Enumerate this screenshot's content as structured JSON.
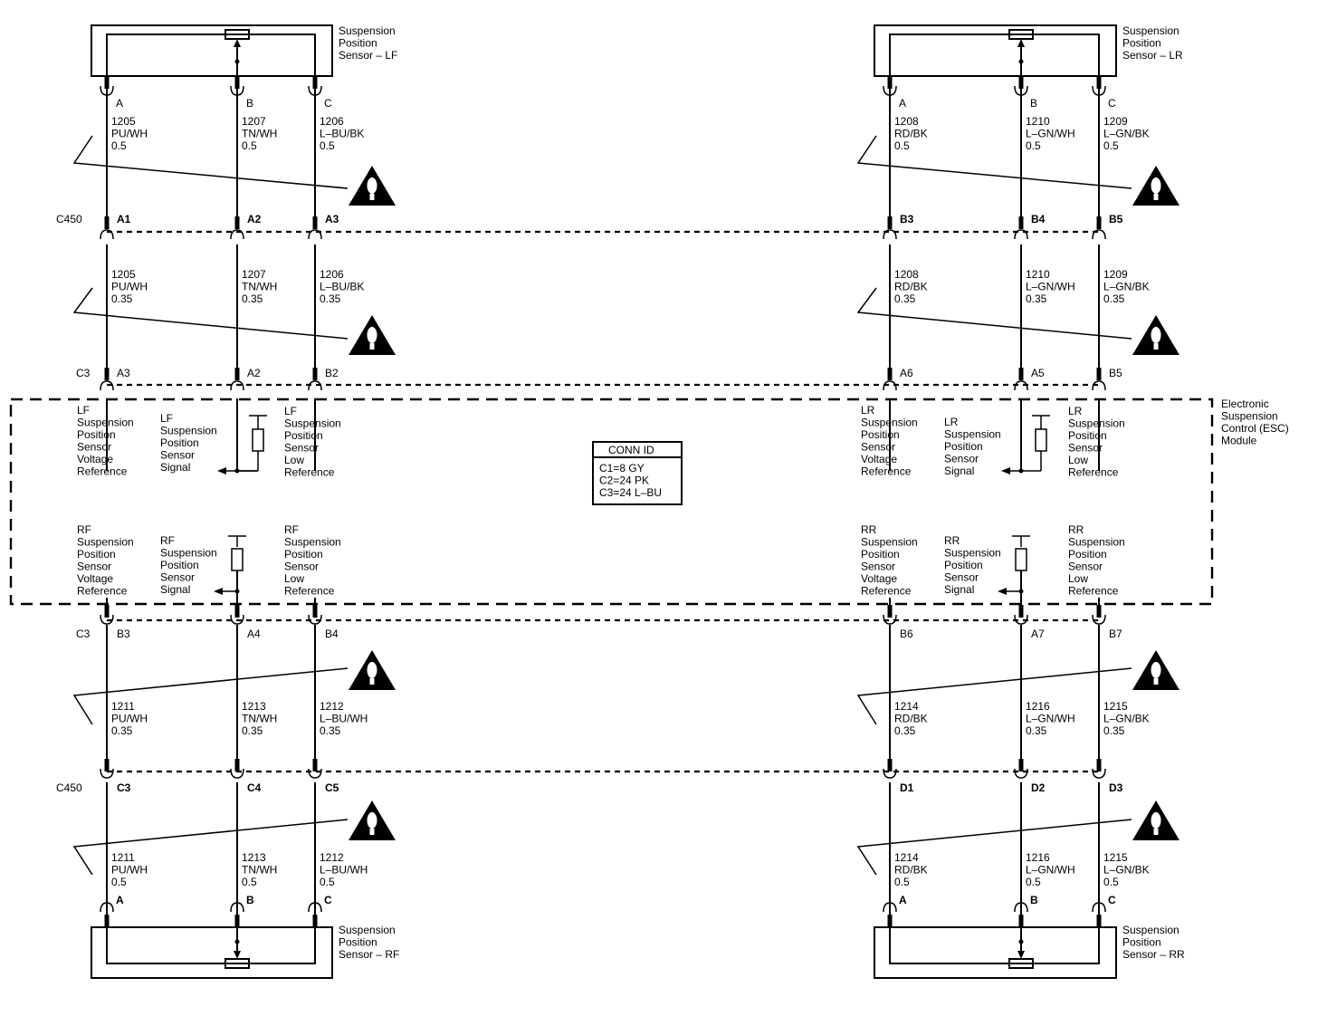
{
  "sensors": {
    "lf": {
      "name": [
        "Suspension",
        "Position",
        "Sensor – LF"
      ],
      "pins": [
        "A",
        "B",
        "C"
      ]
    },
    "lr": {
      "name": [
        "Suspension",
        "Position",
        "Sensor – LR"
      ],
      "pins": [
        "A",
        "B",
        "C"
      ]
    },
    "rf": {
      "name": [
        "Suspension",
        "Position",
        "Sensor – RF"
      ],
      "pins": [
        "A",
        "B",
        "C"
      ]
    },
    "rr": {
      "name": [
        "Suspension",
        "Position",
        "Sensor – RR"
      ],
      "pins": [
        "A",
        "B",
        "C"
      ]
    }
  },
  "connectors": {
    "c450_label": "C450",
    "c3_label": "C3",
    "lf_c450_pins": [
      "A1",
      "A2",
      "A3"
    ],
    "lr_c450_pins": [
      "B3",
      "B4",
      "B5"
    ],
    "lf_c3_pins": [
      "A3",
      "A2",
      "B2"
    ],
    "lr_c3_pins": [
      "A6",
      "A5",
      "B5"
    ],
    "rf_c3_pins": [
      "B3",
      "A4",
      "B4"
    ],
    "rr_c3_pins": [
      "B6",
      "A7",
      "B7"
    ],
    "rf_c450_pins": [
      "C3",
      "C4",
      "C5"
    ],
    "rr_c450_pins": [
      "D1",
      "D2",
      "D3"
    ]
  },
  "wires": {
    "lf_upper": [
      [
        "1205",
        "PU/WH",
        "0.5"
      ],
      [
        "1207",
        "TN/WH",
        "0.5"
      ],
      [
        "1206",
        "L–BU/BK",
        "0.5"
      ]
    ],
    "lf_lower": [
      [
        "1205",
        "PU/WH",
        "0.35"
      ],
      [
        "1207",
        "TN/WH",
        "0.35"
      ],
      [
        "1206",
        "L–BU/BK",
        "0.35"
      ]
    ],
    "lr_upper": [
      [
        "1208",
        "RD/BK",
        "0.5"
      ],
      [
        "1210",
        "L–GN/WH",
        "0.5"
      ],
      [
        "1209",
        "L–GN/BK",
        "0.5"
      ]
    ],
    "lr_lower": [
      [
        "1208",
        "RD/BK",
        "0.35"
      ],
      [
        "1210",
        "L–GN/WH",
        "0.35"
      ],
      [
        "1209",
        "L–GN/BK",
        "0.35"
      ]
    ],
    "rf_upper": [
      [
        "1211",
        "PU/WH",
        "0.35"
      ],
      [
        "1213",
        "TN/WH",
        "0.35"
      ],
      [
        "1212",
        "L–BU/WH",
        "0.35"
      ]
    ],
    "rf_lower": [
      [
        "1211",
        "PU/WH",
        "0.5"
      ],
      [
        "1213",
        "TN/WH",
        "0.5"
      ],
      [
        "1212",
        "L–BU/WH",
        "0.5"
      ]
    ],
    "rr_upper": [
      [
        "1214",
        "RD/BK",
        "0.35"
      ],
      [
        "1216",
        "L–GN/WH",
        "0.35"
      ],
      [
        "1215",
        "L–GN/BK",
        "0.35"
      ]
    ],
    "rr_lower": [
      [
        "1214",
        "RD/BK",
        "0.5"
      ],
      [
        "1216",
        "L–GN/WH",
        "0.5"
      ],
      [
        "1215",
        "L–GN/BK",
        "0.5"
      ]
    ]
  },
  "module": {
    "name": [
      "Electronic",
      "Suspension",
      "Control (ESC)",
      "Module"
    ],
    "conn_id": {
      "title": "CONN ID",
      "lines": [
        "C1=8 GY",
        "C2=24 PK",
        "C3=24 L–BU"
      ]
    },
    "lf": {
      "voltage_ref": [
        "LF",
        "Suspension",
        "Position",
        "Sensor",
        "Voltage",
        "Reference"
      ],
      "signal": [
        "LF",
        "Suspension",
        "Position",
        "Sensor",
        "Signal"
      ],
      "low_ref": [
        "LF",
        "Suspension",
        "Position",
        "Sensor",
        "Low",
        "Reference"
      ]
    },
    "lr": {
      "voltage_ref": [
        "LR",
        "Suspension",
        "Position",
        "Sensor",
        "Voltage",
        "Reference"
      ],
      "signal": [
        "LR",
        "Suspension",
        "Position",
        "Sensor",
        "Signal"
      ],
      "low_ref": [
        "LR",
        "Suspension",
        "Position",
        "Sensor",
        "Low",
        "Reference"
      ]
    },
    "rf": {
      "voltage_ref": [
        "RF",
        "Suspension",
        "Position",
        "Sensor",
        "Voltage",
        "Reference"
      ],
      "signal": [
        "RF",
        "Suspension",
        "Position",
        "Sensor",
        "Signal"
      ],
      "low_ref": [
        "RF",
        "Suspension",
        "Position",
        "Sensor",
        "Low",
        "Reference"
      ]
    },
    "rr": {
      "voltage_ref": [
        "RR",
        "Suspension",
        "Position",
        "Sensor",
        "Voltage",
        "Reference"
      ],
      "signal": [
        "RR",
        "Suspension",
        "Position",
        "Sensor",
        "Signal"
      ],
      "low_ref": [
        "RR",
        "Suspension",
        "Position",
        "Sensor",
        "Low",
        "Reference"
      ]
    }
  },
  "icons": {
    "twisted_pair": "twisted-pair-symbol",
    "warning": "warning-triangle-icon"
  }
}
